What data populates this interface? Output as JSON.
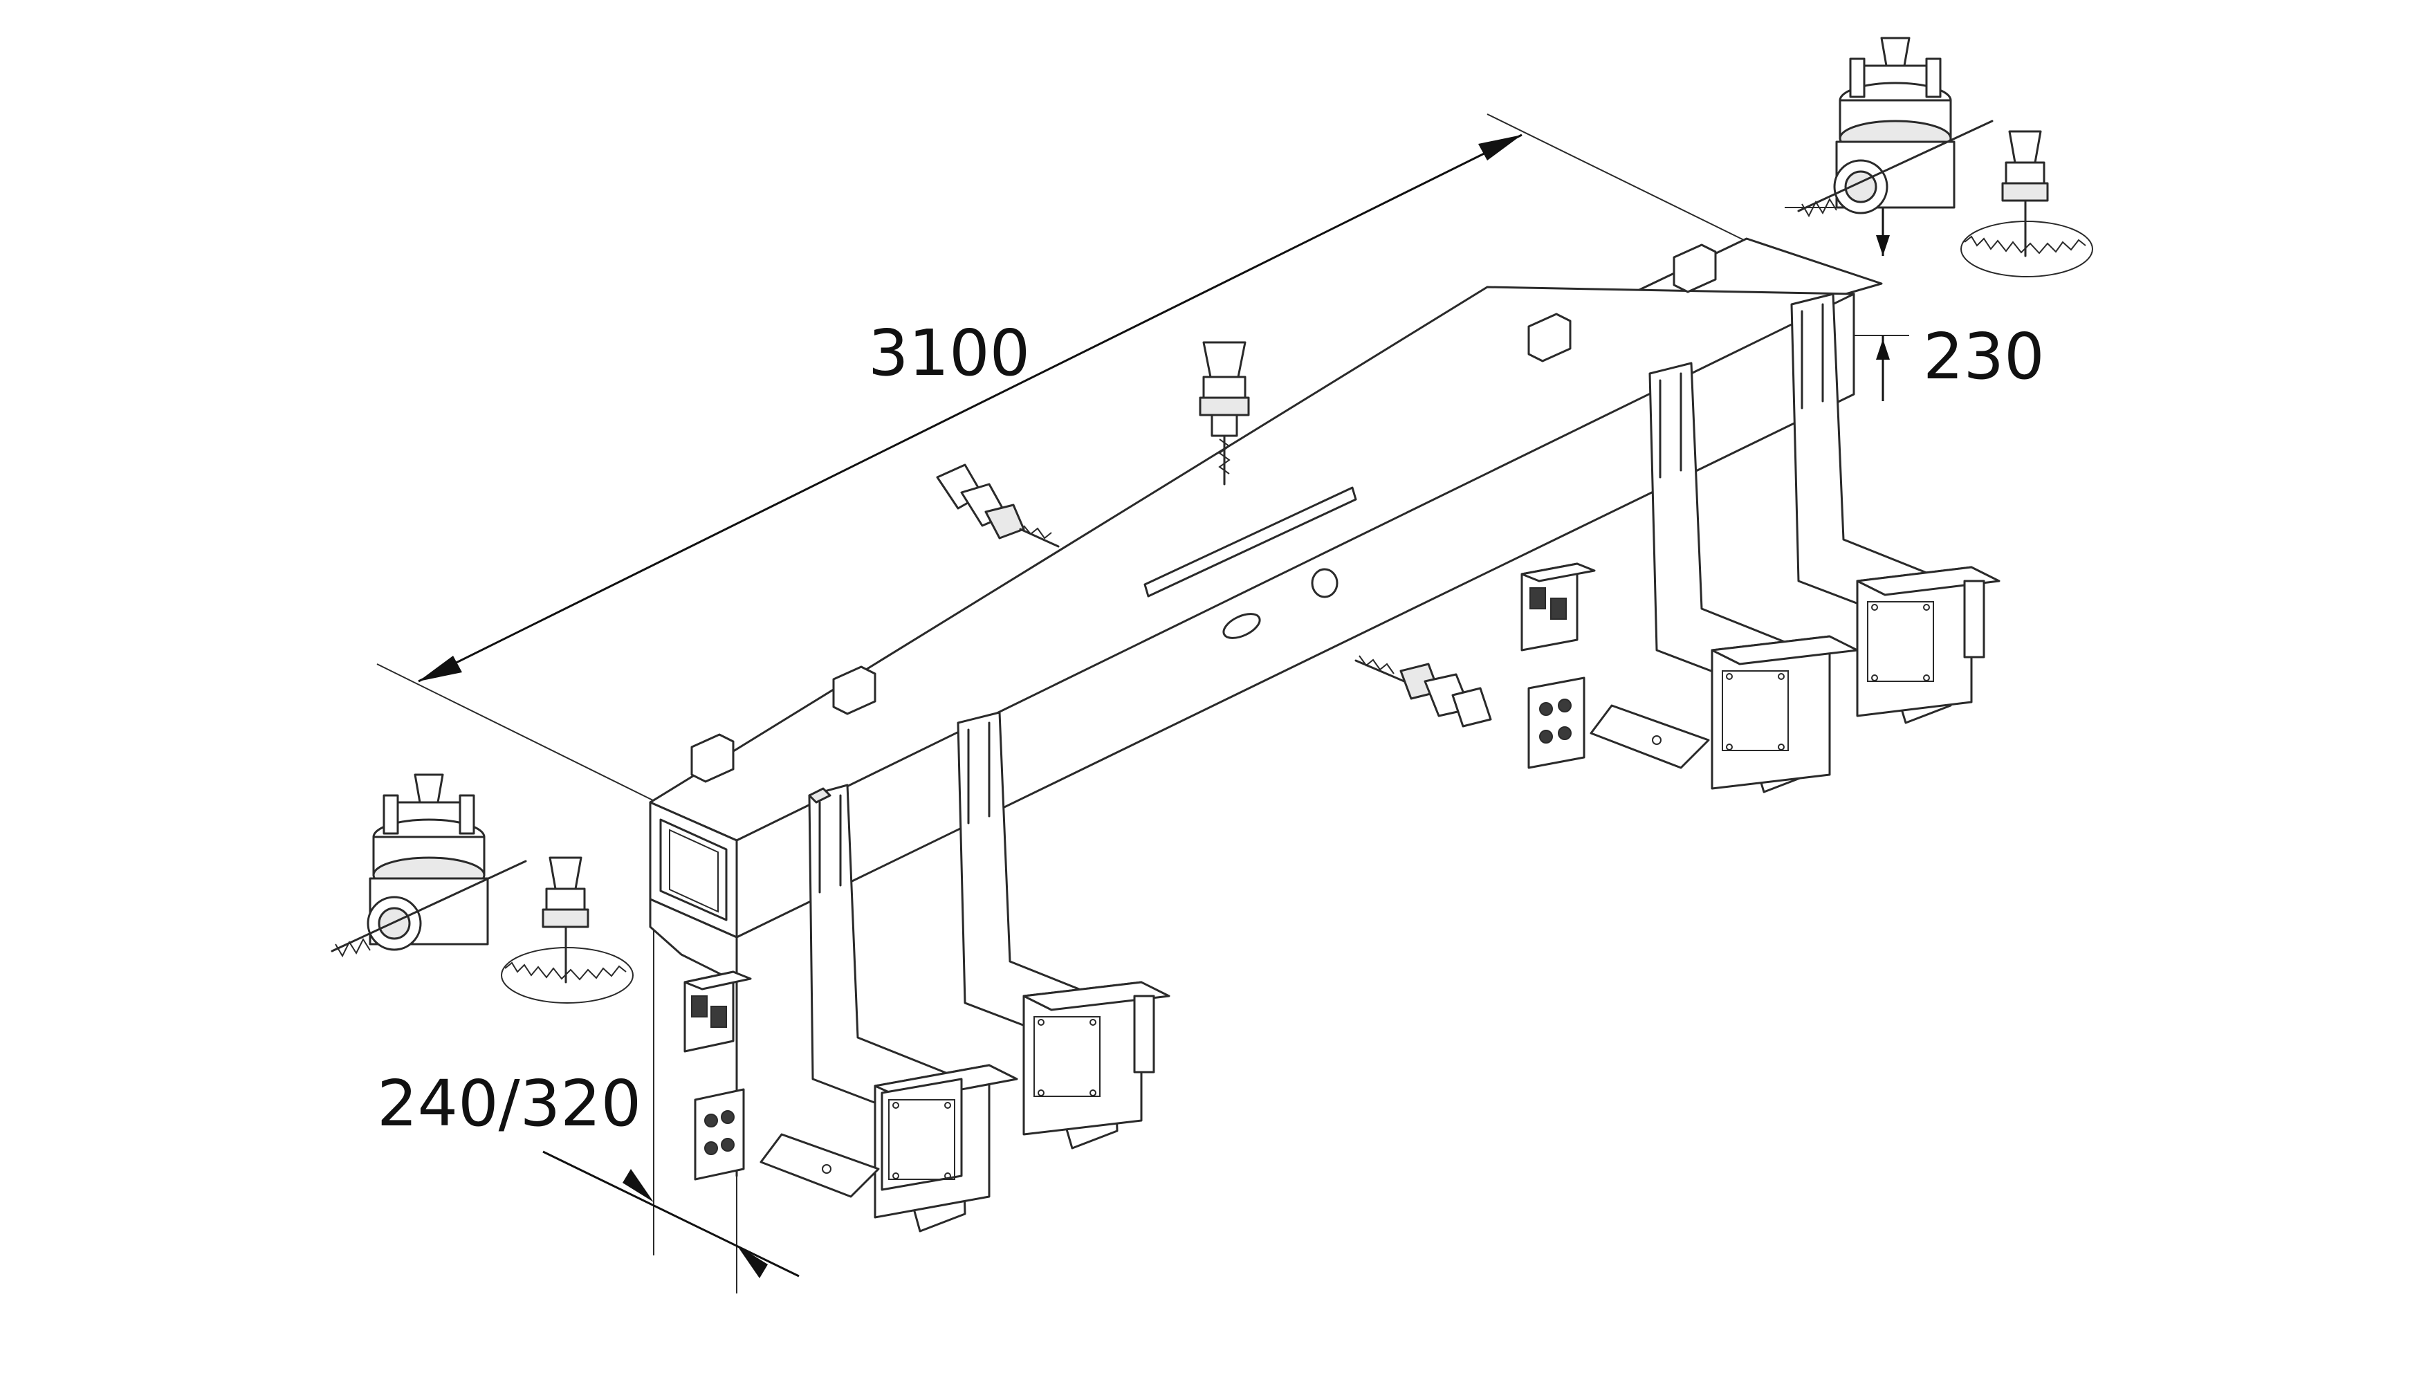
{
  "drawing": {
    "colors": {
      "line": "#2a2a2a",
      "background": "#ffffff",
      "label": "#111111"
    },
    "dimensions": {
      "length": "3100",
      "clearance": "230",
      "section": "240/320"
    },
    "icons": [
      "aggregate-head-icon",
      "tool-holder-drill-icon",
      "saw-blade-icon",
      "clamp-block-icon",
      "pod-bracket-icon"
    ]
  }
}
